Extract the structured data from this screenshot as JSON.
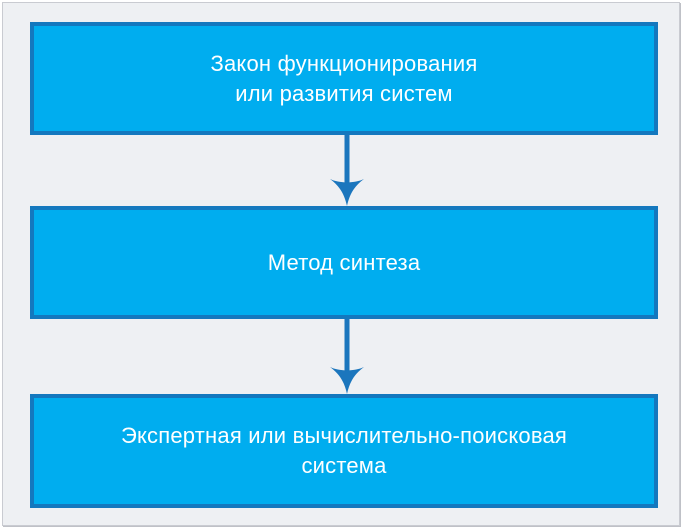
{
  "diagram": {
    "boxes": [
      {
        "id": "law",
        "label": "Закон функционирования\nили развития систем"
      },
      {
        "id": "method",
        "label": "Метод синтеза"
      },
      {
        "id": "system",
        "label": "Экспертная или вычислительно-поисковая\nсистема"
      }
    ],
    "arrows": [
      {
        "from": "law",
        "to": "method",
        "direction": "down"
      },
      {
        "from": "method",
        "to": "system",
        "direction": "down"
      }
    ],
    "colors": {
      "box_fill": "#00ADEF",
      "box_border": "#1478BE",
      "arrow": "#1B76BD",
      "text": "#FFFFFF",
      "background": "#EEF0F3",
      "frame_border": "#C9CBD1"
    }
  }
}
